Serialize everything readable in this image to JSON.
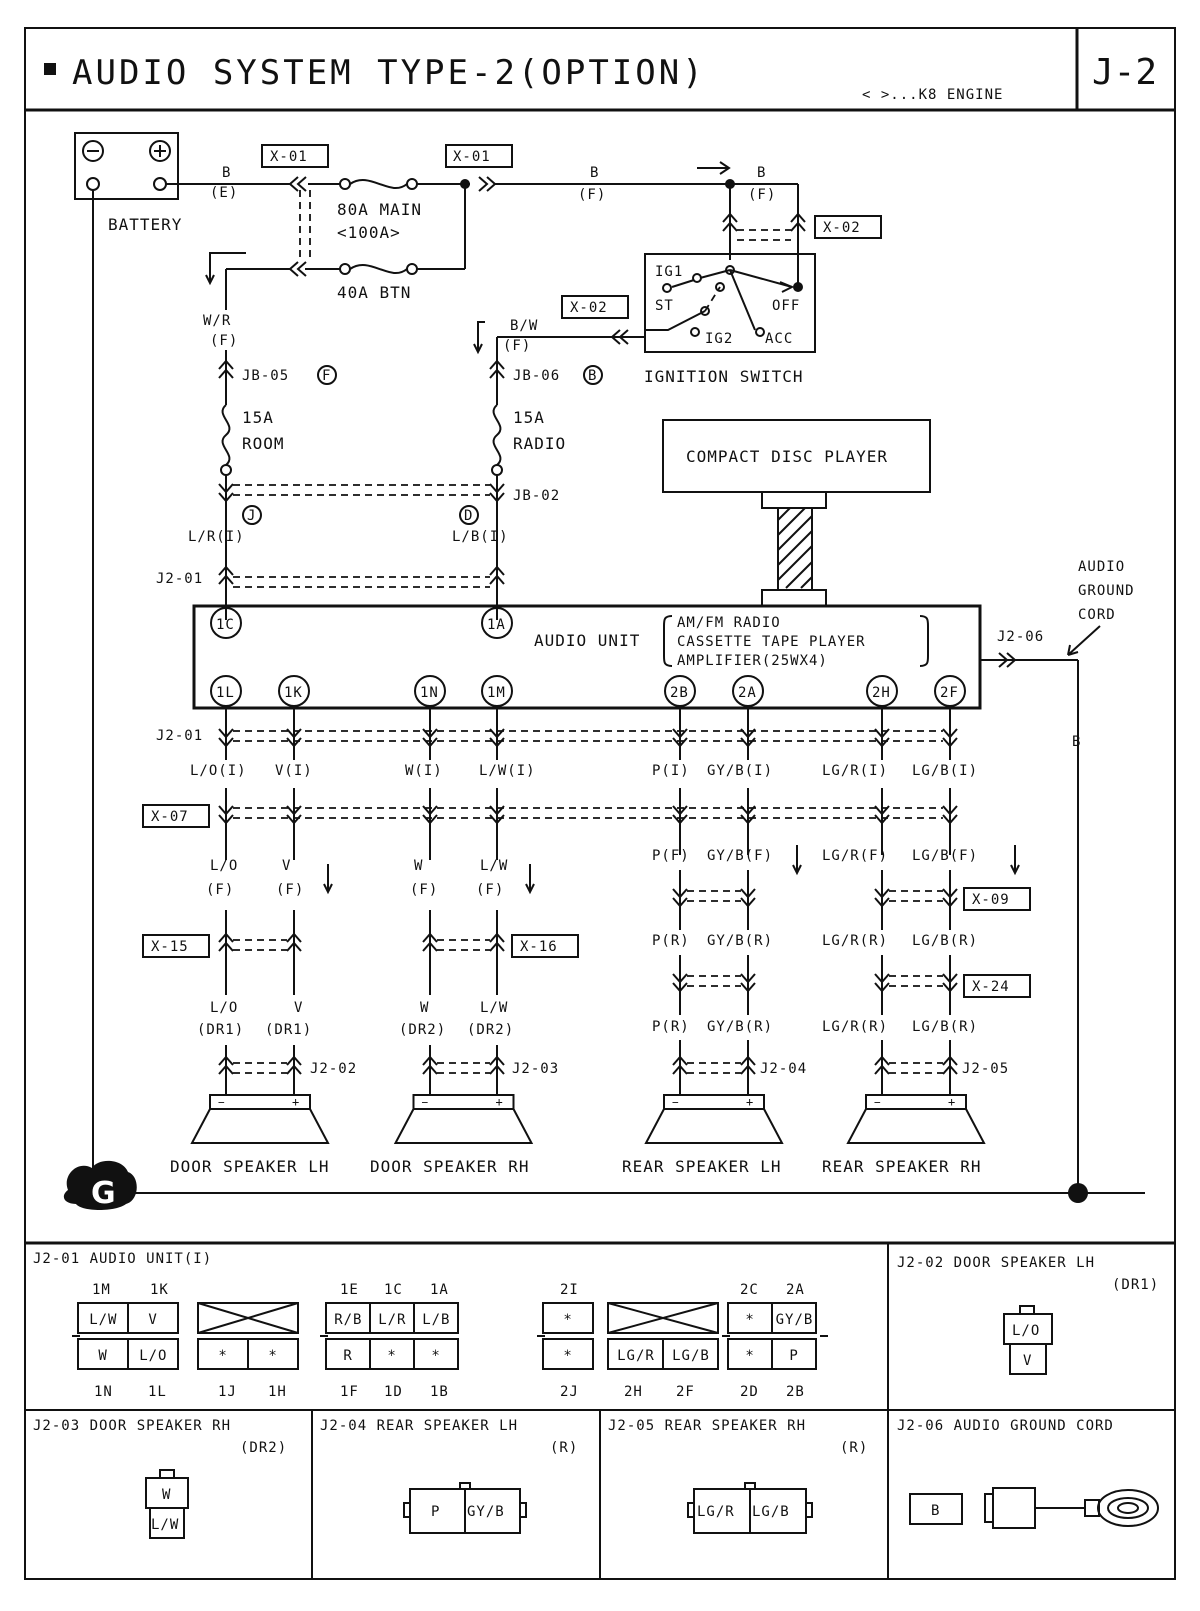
{
  "header": {
    "title": "AUDIO SYSTEM TYPE-2(OPTION)",
    "page_code": "J-2",
    "engine_note": "< >...K8 ENGINE"
  },
  "power": {
    "battery_label": "BATTERY",
    "battery_wire": "B",
    "battery_wire_loc": "(E)",
    "connector_x01": "X-01",
    "fuse_main": "80A MAIN",
    "fuse_main_alt": "<100A>",
    "fuse_btn": "40A BTN",
    "main_wire": "B",
    "main_wire_loc": "(F)",
    "ign_wire": "B",
    "ign_wire_loc": "(F)",
    "connector_x02": "X-02",
    "ignition_label": "IGNITION SWITCH",
    "ign_pos": {
      "ig1": "IG1",
      "st": "ST",
      "off": "OFF",
      "ig2": "IG2",
      "acc": "ACC"
    },
    "wr_wire": "W/R",
    "wr_loc": "(F)",
    "bw_wire": "B/W",
    "bw_loc": "(F)",
    "jb05": "JB-05",
    "jb05_mark": "F",
    "jb06": "JB-06",
    "jb06_mark": "B",
    "fuse_room_a": "15A",
    "fuse_room": "ROOM",
    "fuse_radio_a": "15A",
    "fuse_radio": "RADIO",
    "mark_j": "J",
    "mark_d": "D",
    "jb02": "JB-02",
    "lr_wire": "L/R(I)",
    "lb_wire": "L/B(I)",
    "j201": "J2-01"
  },
  "cd_player": "COMPACT DISC PLAYER",
  "audio_unit": {
    "label": "AUDIO UNIT",
    "features": [
      "AM/FM RADIO",
      "CASSETTE TAPE PLAYER",
      "AMPLIFIER(25WX4)"
    ],
    "top_pins": [
      "1C",
      "1A"
    ],
    "bottom_pins": [
      "1L",
      "1K",
      "1N",
      "1M",
      "2B",
      "2A",
      "2H",
      "2F"
    ]
  },
  "ground_cord": {
    "label_lines": [
      "AUDIO",
      "GROUND",
      "CORD"
    ],
    "connector": "J2-06",
    "wire": "B"
  },
  "wires": {
    "j201": "J2-01",
    "unit_side": [
      "L/O(I)",
      "V(I)",
      "W(I)",
      "L/W(I)",
      "P(I)",
      "GY/B(I)",
      "LG/R(I)",
      "LG/B(I)"
    ],
    "x07": "X-07",
    "front_color": [
      "L/O",
      "V",
      "W",
      "L/W"
    ],
    "front_loc": [
      "(F)",
      "(F)",
      "(F)",
      "(F)"
    ],
    "rear_f": [
      "P(F)",
      "GY/B(F)",
      "LG/R(F)",
      "LG/B(F)"
    ],
    "x15": "X-15",
    "x16": "X-16",
    "x09": "X-09",
    "x24": "X-24",
    "rear_r1": [
      "P(R)",
      "GY/B(R)",
      "LG/R(R)",
      "LG/B(R)"
    ],
    "rear_r2": [
      "P(R)",
      "GY/B(R)",
      "LG/R(R)",
      "LG/B(R)"
    ],
    "door_color": [
      "L/O",
      "V",
      "W",
      "L/W"
    ],
    "door_loc": [
      "(DR1)",
      "(DR1)",
      "(DR2)",
      "(DR2)"
    ],
    "spk_conn": [
      "J2-02",
      "J2-03",
      "J2-04",
      "J2-05"
    ]
  },
  "speakers": [
    "DOOR SPEAKER LH",
    "DOOR SPEAKER RH",
    "REAR SPEAKER LH",
    "REAR SPEAKER RH"
  ],
  "ground_symbol": "G",
  "connectors": {
    "j201": {
      "title": "J2-01  AUDIO UNIT(I)",
      "top_pins": [
        "1M",
        "1K",
        "1E",
        "1C",
        "1A",
        "2I",
        "2C",
        "2A"
      ],
      "bottom_pins": [
        "1N",
        "1L",
        "1J",
        "1H",
        "1F",
        "1D",
        "1B",
        "2J",
        "2H",
        "2F",
        "2D",
        "2B"
      ],
      "top_cells": [
        "L/W",
        "V",
        "R/B",
        "L/R",
        "L/B",
        "*",
        "*",
        "GY/B"
      ],
      "bottom_cells": [
        "W",
        "L/O",
        "*",
        "*",
        "R",
        "*",
        "*",
        "*",
        "LG/R",
        "LG/B",
        "*",
        "P"
      ]
    },
    "j202": {
      "title": "J2-02  DOOR SPEAKER LH",
      "loc": "(DR1)",
      "cells": [
        "L/O",
        "V"
      ]
    },
    "j203": {
      "title": "J2-03  DOOR SPEAKER RH",
      "loc": "(DR2)",
      "cells": [
        "W",
        "L/W"
      ]
    },
    "j204": {
      "title": "J2-04  REAR SPEAKER LH",
      "loc": "(R)",
      "cells": [
        "P",
        "GY/B"
      ]
    },
    "j205": {
      "title": "J2-05  REAR SPEAKER RH",
      "loc": "(R)",
      "cells": [
        "LG/R",
        "LG/B"
      ]
    },
    "j206": {
      "title": "J2-06 AUDIO GROUND CORD",
      "cells": [
        "B"
      ]
    }
  }
}
